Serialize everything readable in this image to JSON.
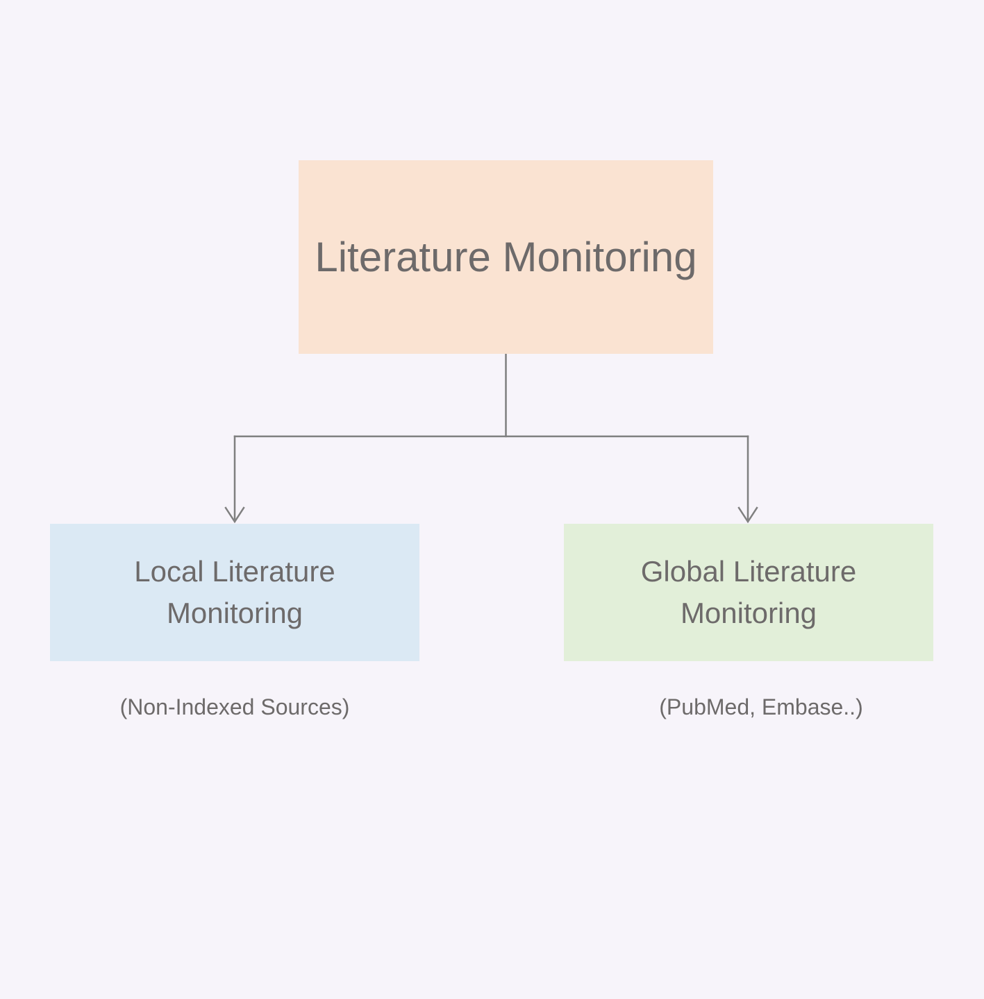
{
  "diagram": {
    "title_node": {
      "label": "Literature Monitoring",
      "fill": "#FAE3D2"
    },
    "children": [
      {
        "label": "Local Literature Monitoring",
        "caption": "(Non-Indexed Sources)",
        "fill": "#DBE9F4"
      },
      {
        "label": "Global Literature Monitoring",
        "caption": "(PubMed, Embase..)",
        "fill": "#E2EFD9"
      }
    ],
    "colors": {
      "background": "#F7F4FA",
      "connector": "#7F7F7F",
      "text": "#6D6A6A"
    }
  }
}
